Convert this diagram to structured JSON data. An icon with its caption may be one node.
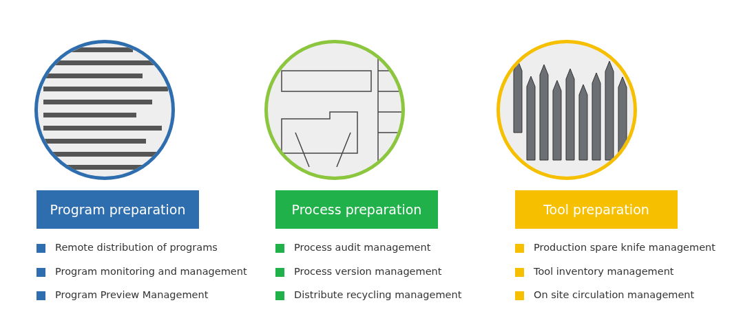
{
  "diagram": {
    "nodes": [
      {
        "text": [],
        "shape": "picture"
      },
      {
        "text": [],
        "shape": "picture"
      },
      {
        "text": [],
        "shape": "picture"
      },
      {
        "text": [
          "Program preparation"
        ]
      },
      {
        "text": [
          "Process preparation"
        ]
      },
      {
        "text": [
          "Tool preparation"
        ]
      }
    ],
    "labels": [
      "Remote distribution of programs",
      "Program monitoring and management",
      "Program Preview Management",
      "Process audit management",
      "Process version management",
      "Distribute recycling management",
      "Production spare knife management",
      "Tool inventory management",
      "On site circulation management"
    ]
  }
}
